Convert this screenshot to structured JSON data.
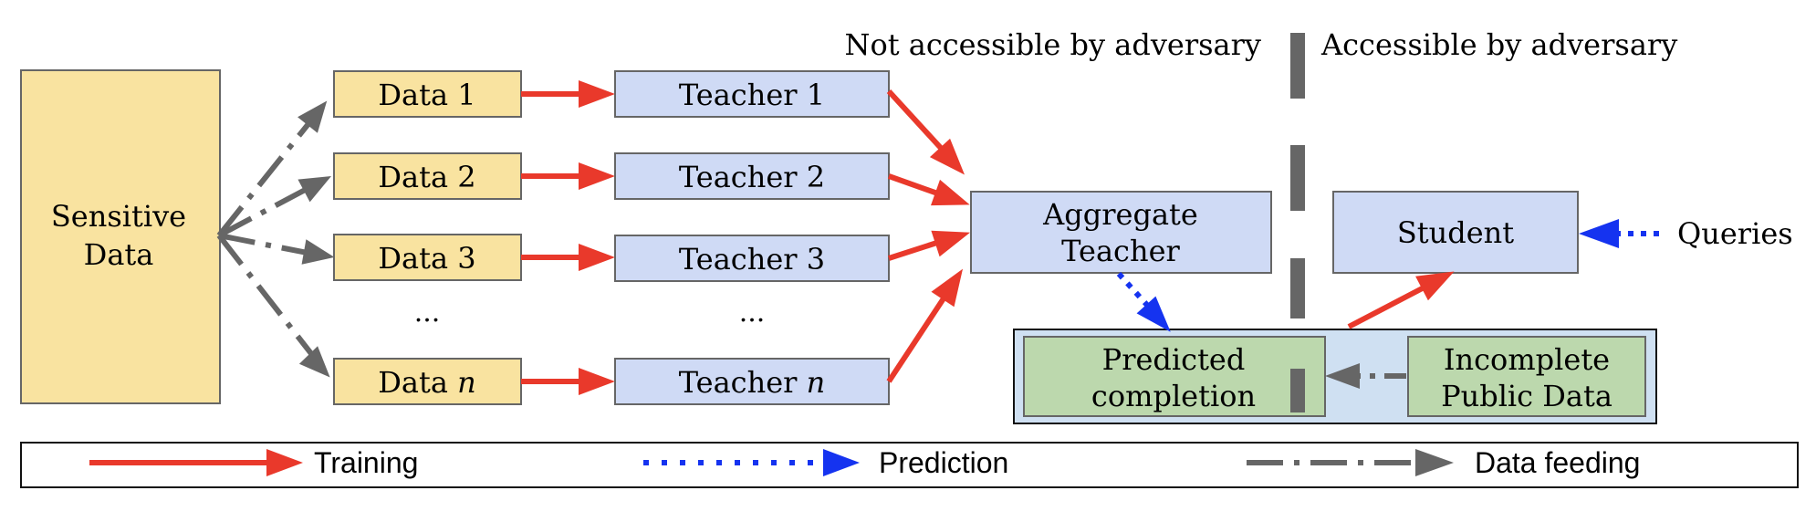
{
  "colors": {
    "data_fill": "#f9e3a0",
    "teacher_fill": "#cfdaf5",
    "green_fill": "#bcd8ad",
    "panel_fill": "#cfe0f2",
    "train": "#e9392b",
    "predict": "#1533f0",
    "feed": "#666666"
  },
  "sensitive": {
    "line1": "Sensitive",
    "line2": "Data"
  },
  "data_boxes": {
    "d1": "Data 1",
    "d2": "Data 2",
    "d3": "Data 3",
    "dots": "...",
    "dn_prefix": "Data ",
    "dn_var": "n"
  },
  "teacher_boxes": {
    "t1": "Teacher 1",
    "t2": "Teacher 2",
    "t3": "Teacher 3",
    "dots": "...",
    "tn_prefix": "Teacher ",
    "tn_var": "n"
  },
  "aggregate": {
    "line1": "Aggregate",
    "line2": "Teacher"
  },
  "student": "Student",
  "queries": "Queries",
  "predicted": {
    "line1": "Predicted",
    "line2": "completion"
  },
  "incomplete": {
    "line1": "Incomplete",
    "line2": "Public Data"
  },
  "regions": {
    "not_accessible": "Not accessible by adversary",
    "accessible": "Accessible by adversary"
  },
  "legend": {
    "training": "Training",
    "prediction": "Prediction",
    "data_feeding": "Data feeding"
  }
}
